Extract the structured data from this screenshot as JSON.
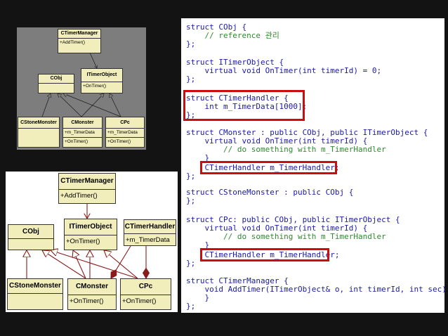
{
  "uml_top": {
    "classes": [
      {
        "name": "CTimerManager",
        "ops": [
          "+AddTimer()"
        ]
      },
      {
        "name": "CObj",
        "ops": [
          ""
        ]
      },
      {
        "name": "ITimerObject",
        "ops": [
          "+OnTimer()"
        ]
      },
      {
        "name": "CStoneMonster",
        "ops": []
      },
      {
        "name": "CMonster",
        "attrs": [
          "+m_TimerData"
        ],
        "ops": [
          "+OnTimer()"
        ]
      },
      {
        "name": "CPc",
        "attrs": [
          "+m_TimerData"
        ],
        "ops": [
          "+OnTimer()"
        ]
      }
    ]
  },
  "uml_bottom": {
    "classes": [
      {
        "name": "CTimerManager",
        "ops": [
          "+AddTimer()"
        ]
      },
      {
        "name": "ITimerObject",
        "ops": [
          "+OnTimer()"
        ]
      },
      {
        "name": "CTimerHandler",
        "attrs": [
          "+m_TimerData"
        ]
      },
      {
        "name": "CObj",
        "ops": [
          ""
        ]
      },
      {
        "name": "CStoneMonster",
        "ops": []
      },
      {
        "name": "CMonster",
        "ops": [
          "+OnTimer()"
        ]
      },
      {
        "name": "CPc",
        "ops": [
          "+OnTimer()"
        ]
      }
    ]
  },
  "code": {
    "lines": [
      "struct CObj {",
      "    // reference 관리",
      "};",
      "",
      "struct ITimerObject {",
      "    virtual void OnTimer(int timerId) = 0;",
      "};",
      "",
      "struct CTimerHandler {",
      "    int m_TimerData[1000];",
      "};",
      "",
      "struct CMonster : public CObj, public ITimerObject {",
      "    virtual void OnTimer(int timerId) {",
      "        // do something with m_TimerHandler",
      "    }",
      "    CTimerHandler m_TimerHandler;",
      "};",
      "",
      "struct CStoneMonster : public CObj {",
      "};",
      "",
      "struct CPc: public CObj, public ITimerObject {",
      "    virtual void OnTimer(int timerId) {",
      "        // do something with m_TimerHandler",
      "    }",
      "    CTimerHandler m_TimerHandler;",
      "};",
      "",
      "struct CTimerManager {",
      "    void AddTimer(ITimerObject& o, int timerId, int sec) {",
      "    }",
      "};"
    ]
  },
  "colors": {
    "highlight": "#cc0d0d",
    "keyword": "#1a1aa6",
    "function": "#b34700",
    "comment": "#2f8a2f",
    "uml_fill": "#f1eebb"
  }
}
